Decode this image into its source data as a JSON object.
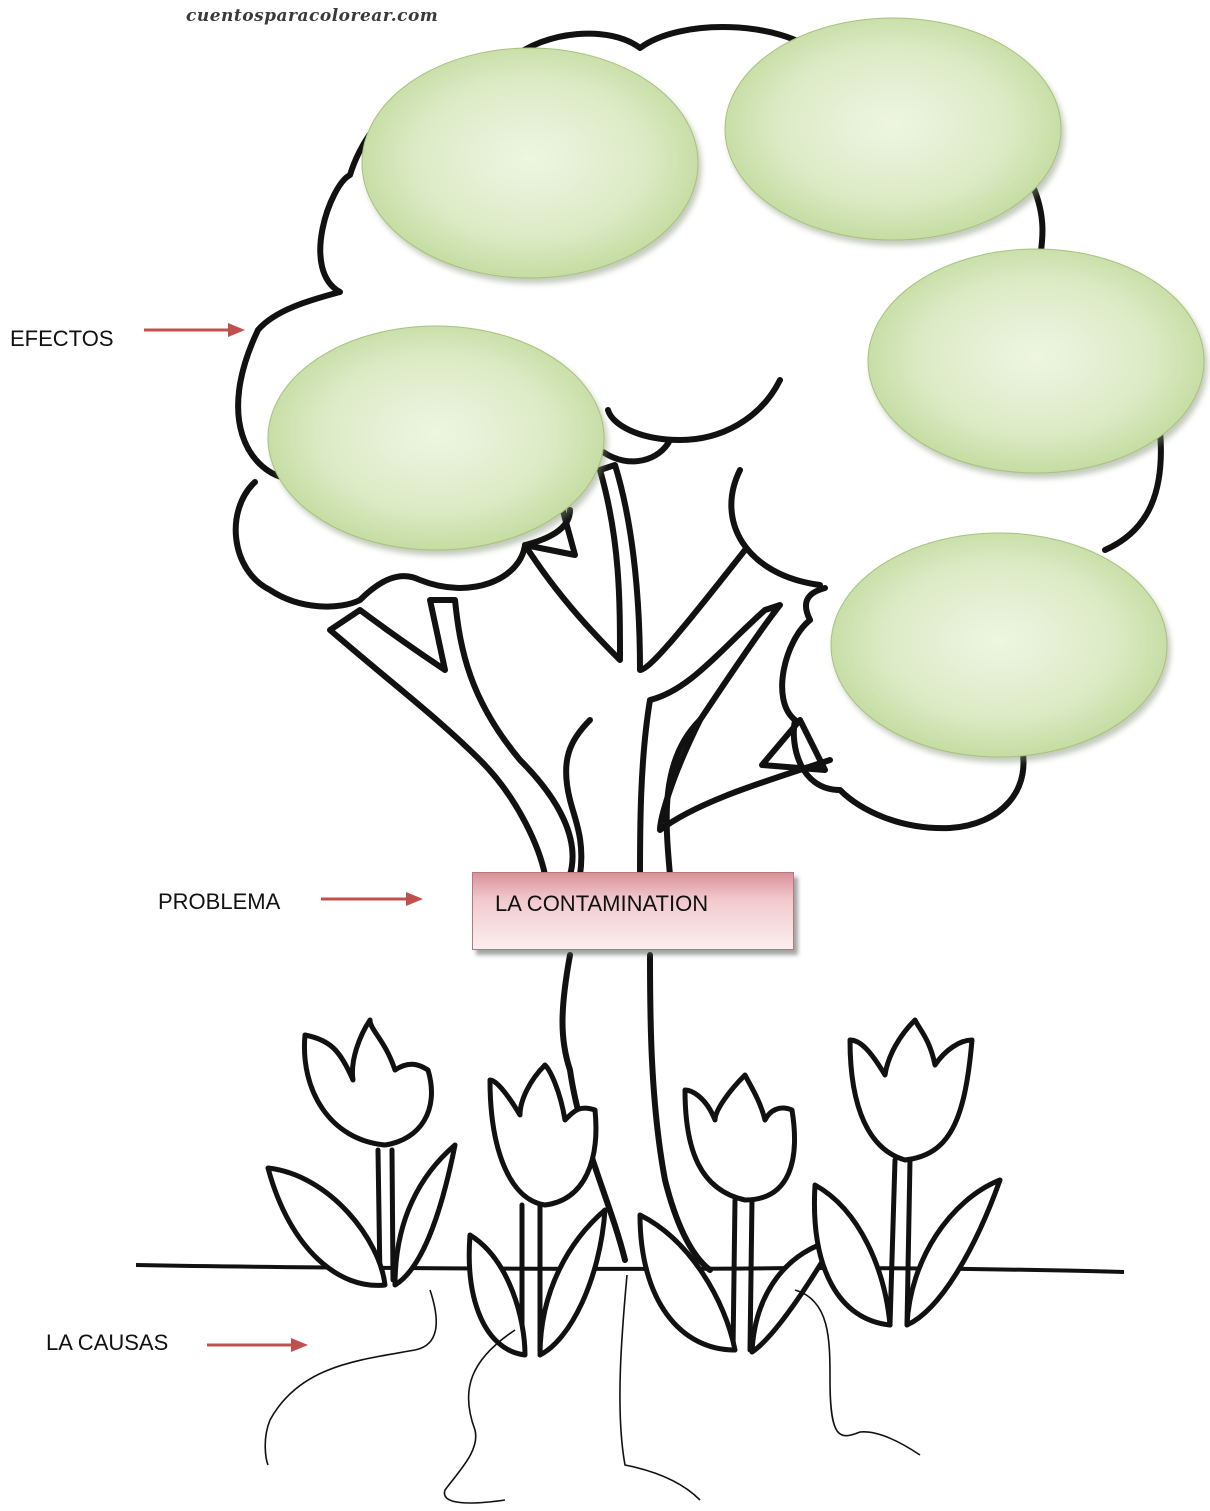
{
  "watermark": "cuentosparacolorear.com",
  "labels": {
    "effects": "EFECTOS",
    "problem": "PROBLEMA",
    "causes": "LA CAUSAS"
  },
  "problem_box": {
    "text": "LA CONTAMINATION"
  },
  "effect_bubbles": [
    "",
    "",
    "",
    "",
    ""
  ],
  "colors": {
    "bubble_fill_light": "#eef5e2",
    "bubble_fill_dark": "#b8d48e",
    "arrow": "#c0504d",
    "problem_box_light": "#fbeff0",
    "problem_box_dark": "#d98f97",
    "outline": "#111111"
  }
}
